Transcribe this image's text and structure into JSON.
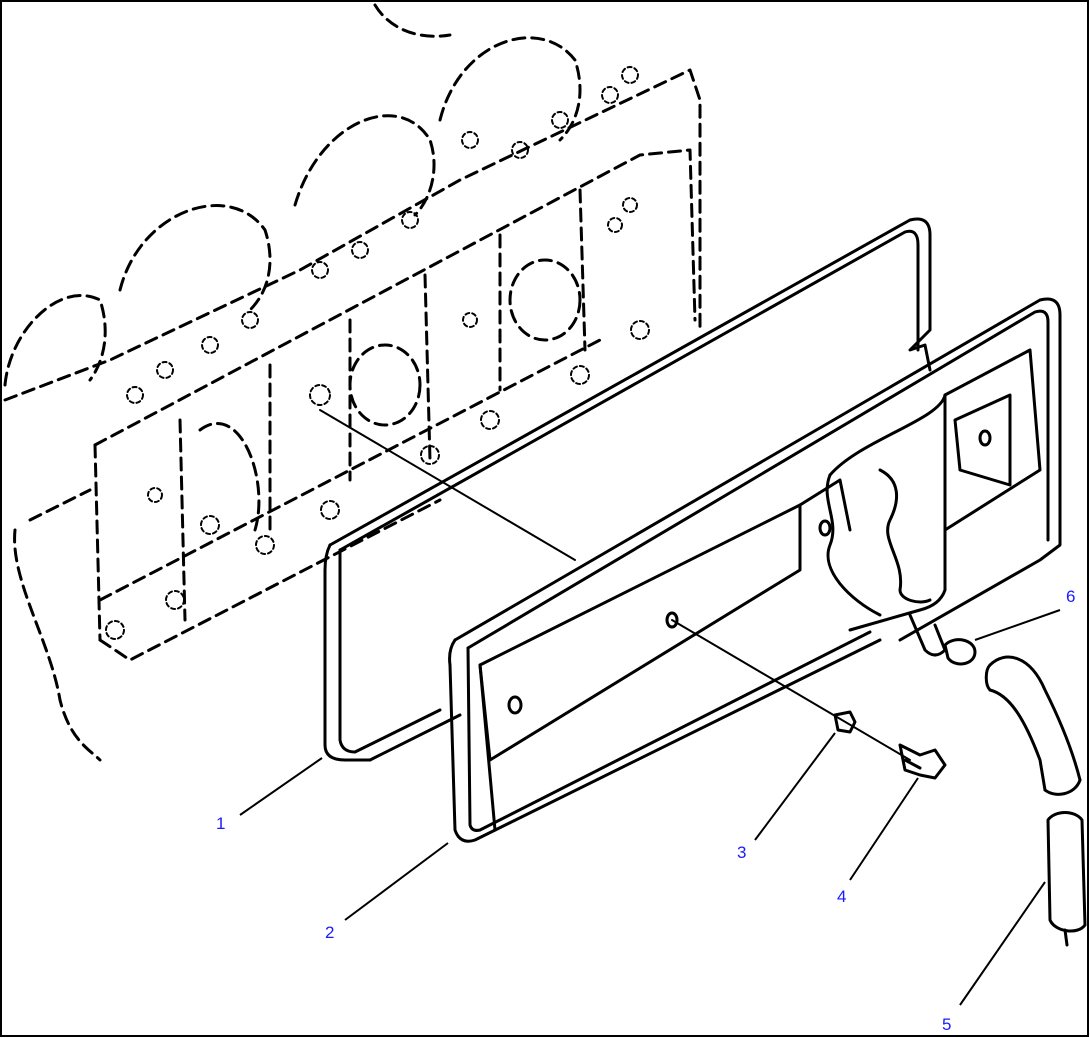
{
  "callouts": [
    {
      "id": "1",
      "label": "1"
    },
    {
      "id": "2",
      "label": "2"
    },
    {
      "id": "3",
      "label": "3"
    },
    {
      "id": "4",
      "label": "4"
    },
    {
      "id": "5",
      "label": "5"
    },
    {
      "id": "6",
      "label": "6"
    }
  ],
  "colors": {
    "line": "#000000",
    "callout_text": "#1a1aff",
    "background": "#ffffff"
  },
  "parts": [
    "engine-block-phantom",
    "cover-gasket",
    "side-cover",
    "washer",
    "bolt",
    "breather-tube",
    "hose-clamp"
  ]
}
